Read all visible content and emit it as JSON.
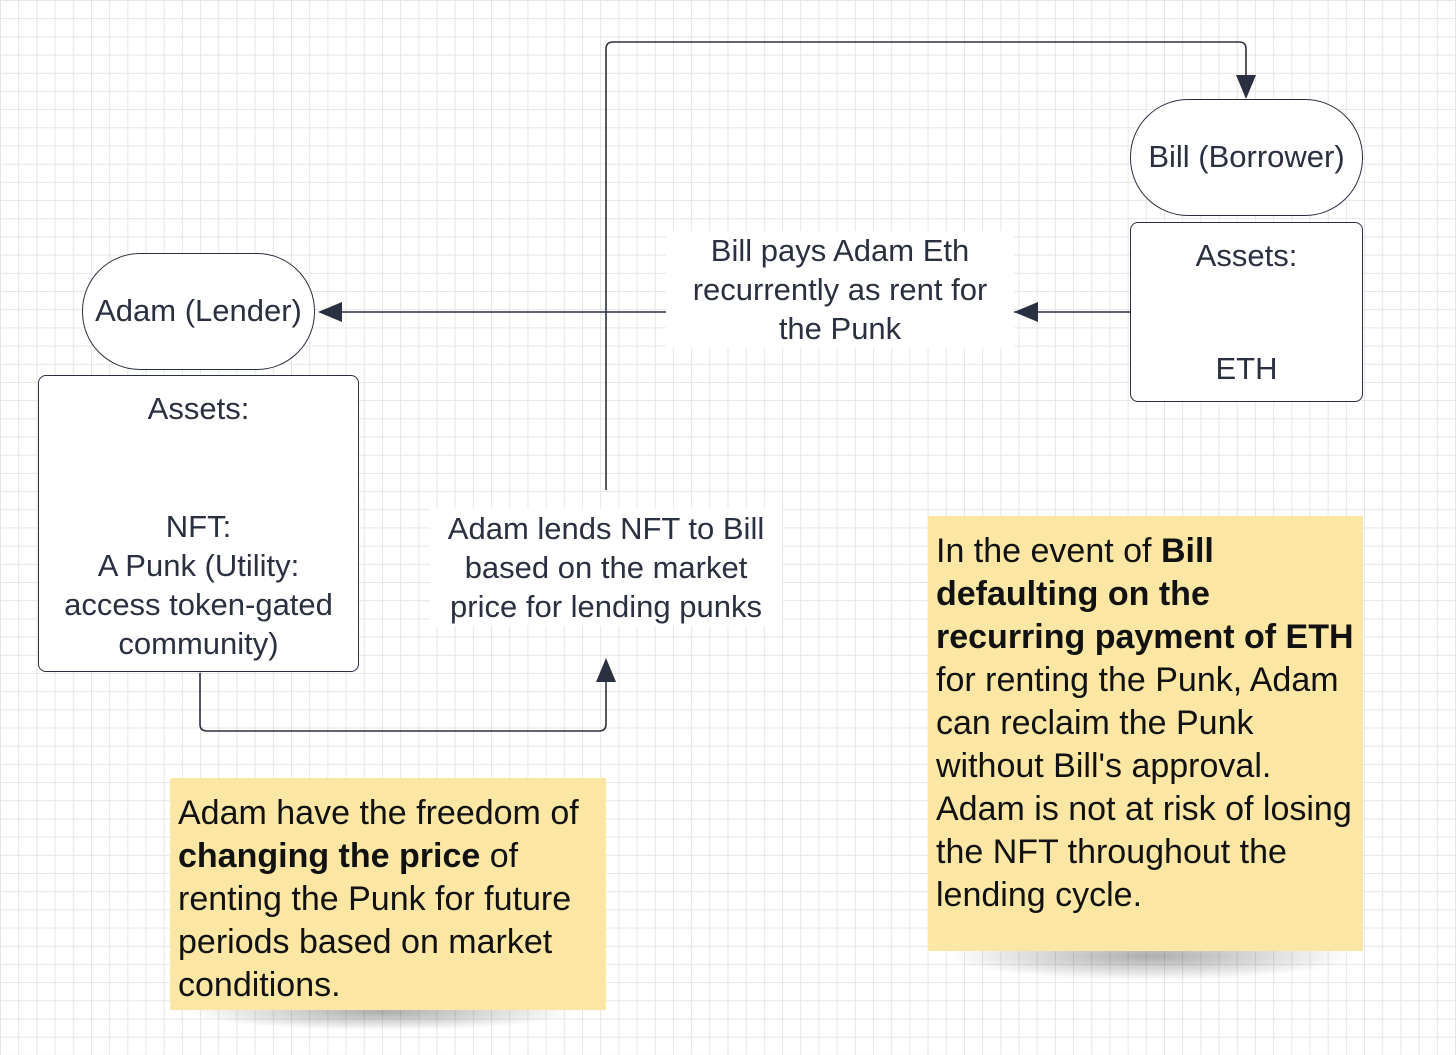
{
  "nodes": {
    "adam": "Adam (Lender)",
    "bill": "Bill (Borrower)",
    "adam_assets_heading": "Assets:",
    "adam_assets_lines": [
      "NFT:",
      "A Punk (Utility:",
      "access token-gated",
      "community)"
    ],
    "bill_assets_heading": "Assets:",
    "bill_assets_value": "ETH"
  },
  "edges": {
    "payment": [
      "Bill pays Adam Eth",
      "recurrently as rent for",
      "the Punk"
    ],
    "lending": [
      "Adam lends NFT to Bill",
      "based on the market",
      "price for lending punks"
    ]
  },
  "notes": {
    "left": {
      "part1": "Adam have the freedom of ",
      "bold": "changing the price",
      "part2": " of renting the Punk for future periods based on market conditions."
    },
    "right": {
      "part1": "In the event of ",
      "bold": "Bill defaulting on the recurring payment of ETH",
      "part2": " for renting the Punk, Adam can reclaim the Punk without Bill's approval. Adam is not at risk of losing the NFT throughout the lending cycle."
    }
  },
  "colors": {
    "stroke": "#2b3040",
    "note_fill": "#fbe6a4",
    "grid": "#e6e6e6"
  }
}
